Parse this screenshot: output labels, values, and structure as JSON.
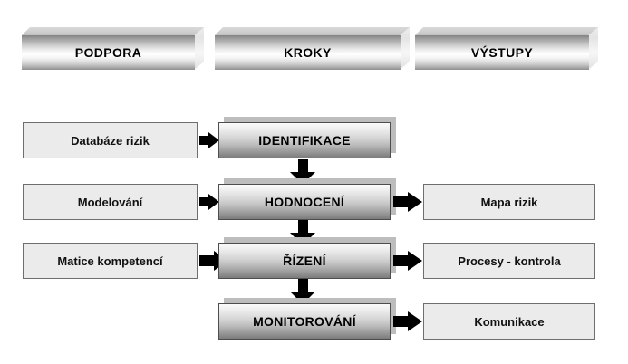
{
  "diagram": {
    "title_banners": [
      {
        "label": "PODPORA",
        "name": "banner-podpora"
      },
      {
        "label": "KROKY",
        "name": "banner-kroky"
      },
      {
        "label": "VÝSTUPY",
        "name": "banner-vystupy"
      }
    ],
    "rows": [
      {
        "left": "Databáze rizik",
        "center": "IDENTIFIKACE",
        "right": ""
      },
      {
        "left": "Modelování",
        "center": "HODNOCENÍ",
        "right": "Mapa rizik"
      },
      {
        "left": "Matice kompetencí",
        "center": "ŘÍZENÍ",
        "right": "Procesy - kontrola"
      },
      {
        "left": "",
        "center": "MONITOROVÁNÍ",
        "right": "Komunikace"
      }
    ],
    "colors": {
      "background": "#ffffff",
      "arrow": "#000000",
      "side_box_fill": "#ebebeb",
      "side_box_border": "#6e6e6e",
      "center_box_border": "#4d4d4d",
      "shadow": "#bdbdbd",
      "text": "#000000"
    },
    "icons": {
      "arrow_right": "arrow-right-icon",
      "arrow_down": "arrow-down-icon"
    }
  }
}
